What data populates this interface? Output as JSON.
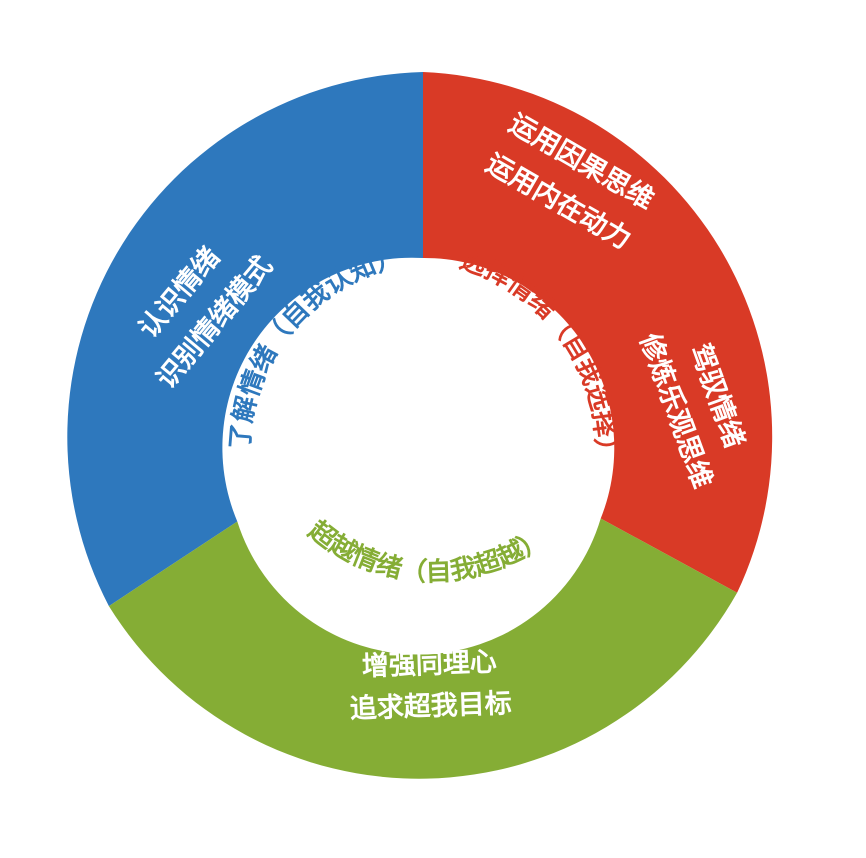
{
  "segments": [
    {
      "id": "blue",
      "color": "#2e78bd",
      "outer_lines": [
        "认识情绪",
        "识别情绪模式"
      ],
      "inner_label": "了解情绪（自我认知）"
    },
    {
      "id": "red",
      "color": "#d93a26",
      "outer_lines_top": [
        "运用因果思维",
        "运用内在动力"
      ],
      "outer_lines_side": [
        "驾驭情绪",
        "修炼乐观思维"
      ],
      "inner_label": "选择情绪（自我选择）"
    },
    {
      "id": "green",
      "color": "#85ad35",
      "outer_lines": [
        "增强同理心",
        "追求超我目标"
      ],
      "inner_label": "超越情绪（自我超越）"
    }
  ]
}
